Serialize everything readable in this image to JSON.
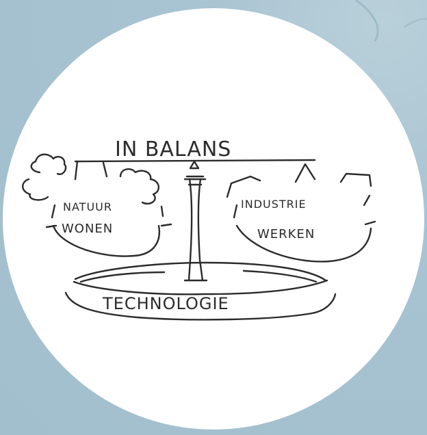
{
  "title": "IN BALANS",
  "left_pan": {
    "line1": "NATUUR",
    "line2": "WONEN"
  },
  "right_pan": {
    "line1": "INDUSTRIE",
    "line2": "WERKEN"
  },
  "base_label": "TECHNOLOGIE",
  "colors": {
    "background": "#a9c4d2",
    "circle": "#ffffff",
    "ink": "#2b2b2b"
  }
}
